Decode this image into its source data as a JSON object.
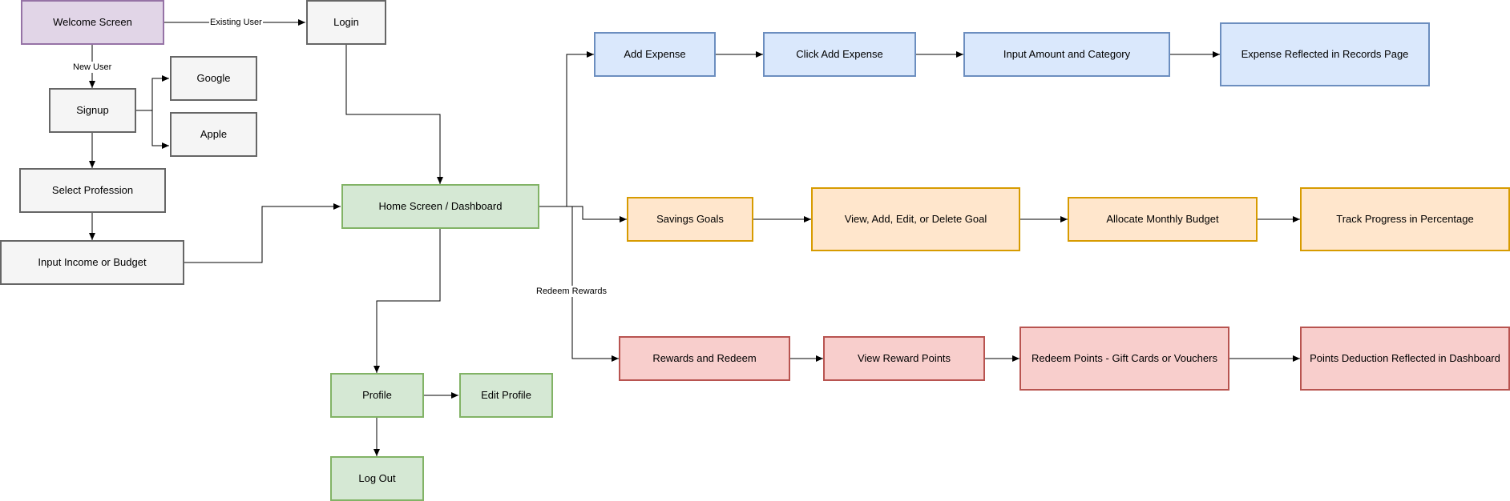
{
  "nodes": {
    "welcome": "Welcome Screen",
    "login": "Login",
    "signup": "Signup",
    "google": "Google",
    "apple": "Apple",
    "profession": "Select Profession",
    "income": "Input Income or Budget",
    "home": "Home Screen / Dashboard",
    "profile": "Profile",
    "edit_profile": "Edit Profile",
    "logout": "Log Out",
    "add_expense": "Add Expense",
    "click_add_expense": "Click Add Expense",
    "input_amount": "Input Amount and Category",
    "expense_reflected": "Expense Reflected in Records Page",
    "savings_goals": "Savings Goals",
    "view_goal": "View, Add, Edit, or Delete Goal",
    "allocate_budget": "Allocate Monthly Budget",
    "track_progress": "Track Progress in Percentage",
    "rewards": "Rewards and Redeem",
    "view_points": "View Reward Points",
    "redeem_points": "Redeem Points - Gift Cards or Vouchers",
    "points_deduction": "Points Deduction Reflected in Dashboard"
  },
  "edge_labels": {
    "existing_user": "Existing User",
    "new_user": "New User",
    "redeem_rewards": "Redeem Rewards"
  },
  "colors": {
    "purple_fill": "#e1d5e7",
    "purple_stroke": "#9673a6",
    "gray_fill": "#f5f5f5",
    "gray_stroke": "#666666",
    "green_fill": "#d5e8d4",
    "green_stroke": "#82b366",
    "blue_fill": "#dae8fc",
    "blue_stroke": "#6c8ebf",
    "orange_fill": "#ffe6cc",
    "orange_stroke": "#d79b00",
    "red_fill": "#f8cecc",
    "red_stroke": "#b85450",
    "edge": "#000000"
  }
}
